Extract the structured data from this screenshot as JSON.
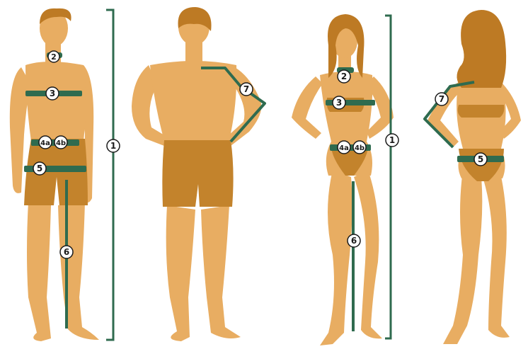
{
  "colors": {
    "skin": "#e8ad62",
    "skin_shadow": "#d79a4c",
    "hair": "#bd7a24",
    "clothing": "#c3832c",
    "tape": "#2f6b4f",
    "label_fill": "#ffffff",
    "label_stroke": "#1a1a1a"
  },
  "markers": {
    "m1": "1",
    "m2": "2",
    "m3": "3",
    "m4a": "4a",
    "m4b": "4b",
    "m5": "5",
    "m6": "6",
    "m7": "7"
  }
}
